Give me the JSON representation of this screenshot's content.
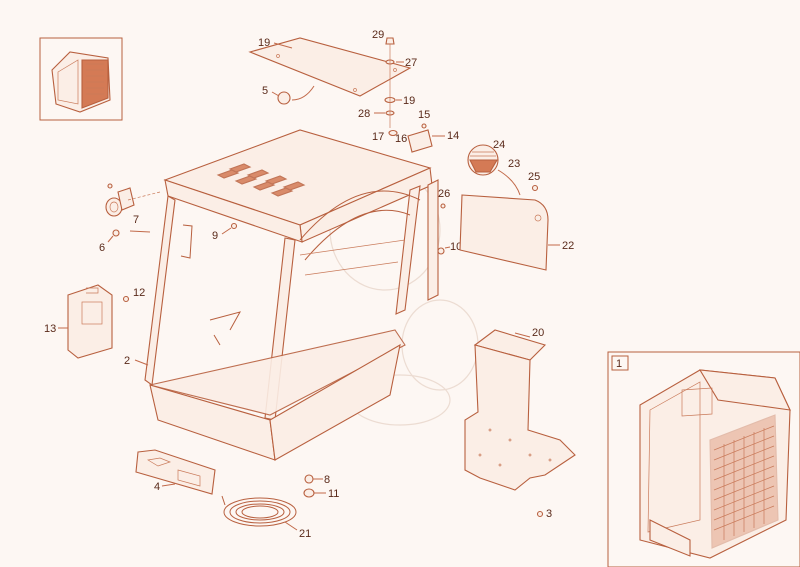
{
  "diagram": {
    "callouts": [
      {
        "id": "c1",
        "text": "1"
      },
      {
        "id": "c2",
        "text": "2"
      },
      {
        "id": "c3",
        "text": "3"
      },
      {
        "id": "c4",
        "text": "4"
      },
      {
        "id": "c5",
        "text": "5"
      },
      {
        "id": "c6",
        "text": "6"
      },
      {
        "id": "c7",
        "text": "7"
      },
      {
        "id": "c8",
        "text": "8"
      },
      {
        "id": "c9",
        "text": "9"
      },
      {
        "id": "c10",
        "text": "10"
      },
      {
        "id": "c11",
        "text": "11"
      },
      {
        "id": "c12",
        "text": "12"
      },
      {
        "id": "c13",
        "text": "13"
      },
      {
        "id": "c14",
        "text": "14"
      },
      {
        "id": "c15",
        "text": "15"
      },
      {
        "id": "c16",
        "text": "16"
      },
      {
        "id": "c17",
        "text": "17"
      },
      {
        "id": "c19a",
        "text": "19"
      },
      {
        "id": "c19b",
        "text": "19"
      },
      {
        "id": "c20",
        "text": "20"
      },
      {
        "id": "c21",
        "text": "21"
      },
      {
        "id": "c22",
        "text": "22"
      },
      {
        "id": "c23",
        "text": "23"
      },
      {
        "id": "c24",
        "text": "24"
      },
      {
        "id": "c25",
        "text": "25"
      },
      {
        "id": "c26",
        "text": "26"
      },
      {
        "id": "c27",
        "text": "27"
      },
      {
        "id": "c28",
        "text": "28"
      },
      {
        "id": "c29",
        "text": "29"
      }
    ],
    "colors": {
      "line": "#b8603f",
      "fill": "#fbeee6",
      "accent": "#d47a55",
      "background": "#fdf7f3"
    }
  }
}
